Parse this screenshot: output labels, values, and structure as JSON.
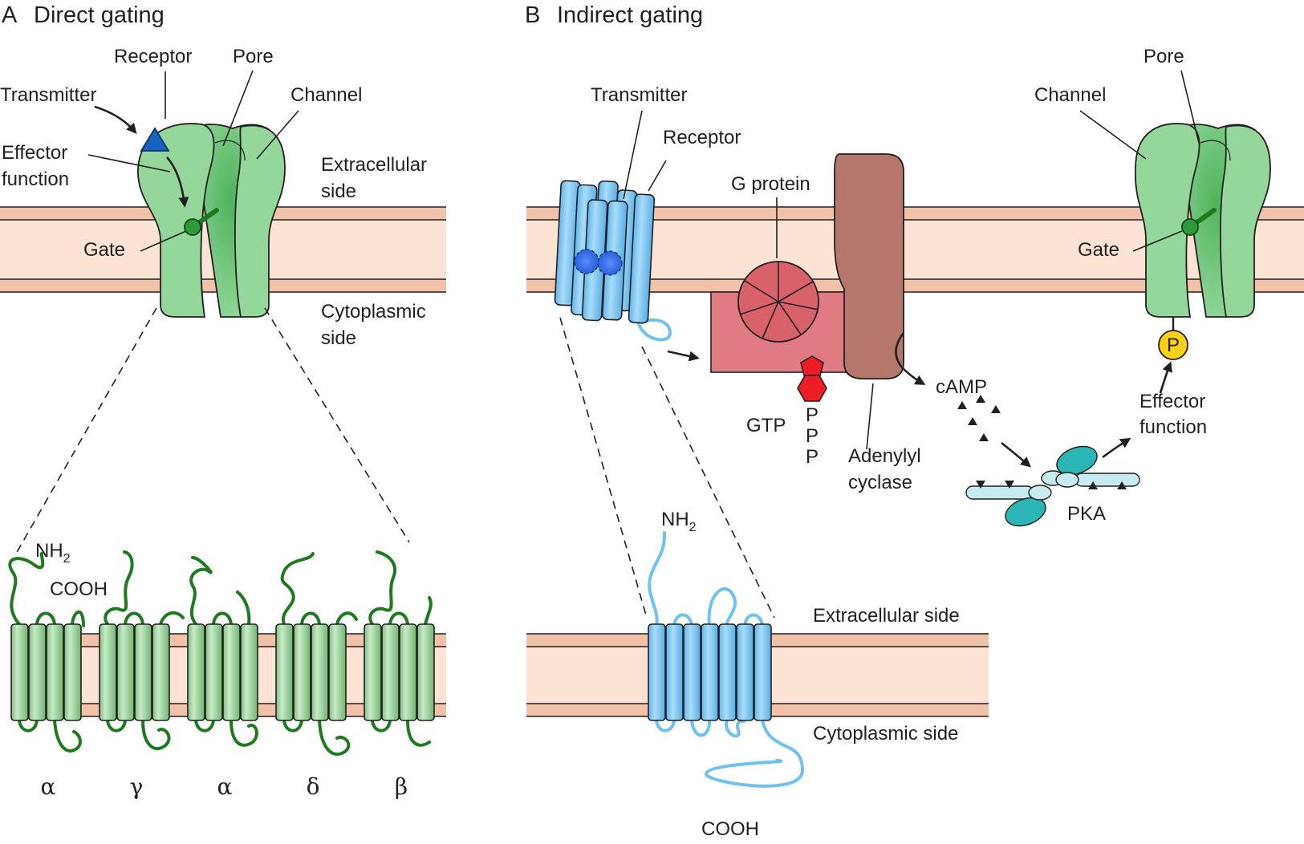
{
  "panelA": {
    "letter": "A",
    "title": "Direct gating",
    "labels": {
      "receptor": "Receptor",
      "pore": "Pore",
      "transmitter": "Transmitter",
      "channel": "Channel",
      "effector1": "Effector",
      "effector2": "function",
      "extracellular1": "Extracellular",
      "extracellular2": "side",
      "gate": "Gate",
      "cytoplasmic1": "Cytoplasmic",
      "cytoplasmic2": "side",
      "nh": "NH",
      "nhsub": "2",
      "cooh": "COOH"
    },
    "subunits": [
      "α",
      "γ",
      "α",
      "δ",
      "β"
    ]
  },
  "panelB": {
    "letter": "B",
    "title": "Indirect gating",
    "labels": {
      "transmitter": "Transmitter",
      "receptor": "Receptor",
      "gprotein": "G protein",
      "pore": "Pore",
      "channel": "Channel",
      "gate": "Gate",
      "gtp": "GTP",
      "p1": "P",
      "p2": "P",
      "p3": "P",
      "adenylyl1": "Adenylyl",
      "adenylyl2": "cyclase",
      "camp": "cAMP",
      "effector1": "Effector",
      "effector2": "function",
      "pka": "PKA",
      "phospho": "P",
      "nh": "NH",
      "nhsub": "2",
      "extracellular": "Extracellular side",
      "cytoplasmic": "Cytoplasmic side",
      "cooh": "COOH"
    }
  },
  "colors": {
    "membrane_fill": "#fde3d4",
    "membrane_edge": "#f2c2a8",
    "channel_green": "#93d79a",
    "channel_dark": "#6cc07a",
    "loop_green": "#1e7a1e",
    "receptor_blue": "#6ec1f0",
    "transmitter_blue": "#1565c0",
    "gprotein_red": "#d9626a",
    "gprotein_box": "#e07b84",
    "cyclase_brown": "#b5776c",
    "gtp_red": "#ee1c24",
    "pka_teal": "#2bb5b5",
    "phosphate_yellow": "#fcd116"
  }
}
